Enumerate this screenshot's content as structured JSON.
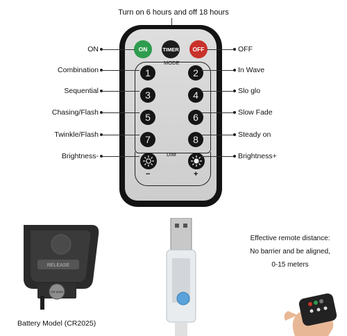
{
  "header": {
    "timer_note": "Turn on 6 hours and off 18 hours"
  },
  "remote": {
    "buttons": {
      "on": "ON",
      "timer": "TIMER",
      "off": "OFF"
    },
    "mode_label": "MODE",
    "dim_label": "DIM",
    "numbers": [
      "1",
      "2",
      "3",
      "4",
      "5",
      "6",
      "7",
      "8"
    ],
    "minus": "−",
    "plus": "+",
    "colors": {
      "on": "#2e9c4e",
      "timer": "#1d1d1d",
      "off": "#c8322a",
      "body": "#131313",
      "face": "#d8d8d8"
    }
  },
  "labels": {
    "left": [
      "ON",
      "Combination",
      "Sequential",
      "Chasing/Flash",
      "Twinkle/Flash",
      "Brightness-"
    ],
    "right": [
      "OFF",
      "In Wave",
      "Slo glo",
      "Slow Fade",
      "Steady on",
      "Brightness+"
    ]
  },
  "battery": {
    "caption": "Battery Model (CR2025)",
    "release_text": "RELEASE",
    "cell_text": "CR 2025"
  },
  "range": {
    "line1": "Effective remote distance:",
    "line2": "No barrier and be aligned,",
    "line3": "0-15 meters"
  }
}
